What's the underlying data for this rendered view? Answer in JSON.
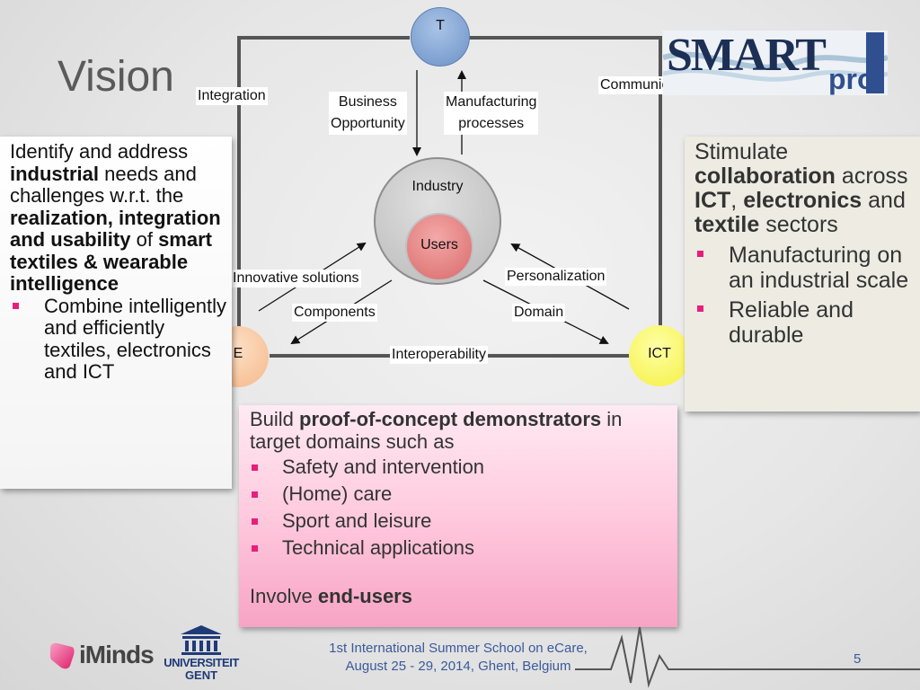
{
  "slide": {
    "title": "Vision",
    "page_number": "5",
    "footer_line1": "1st International Summer School on eCare,",
    "footer_line2": "August 25 - 29, 2014, Ghent, Belgium"
  },
  "left_panel": {
    "t1": "Identify and address ",
    "b1": "industrial",
    "t2": " needs and challenges w.r.t. the ",
    "b2": "realization, integration and usability",
    "t3": " of ",
    "b3": "smart textiles & wearable intelligence",
    "bullets": [
      "Combine intelligently and efficiently textiles, electronics and ICT"
    ]
  },
  "right_panel": {
    "t1": "Stimulate ",
    "b1": "collaboration",
    "t2": " across ",
    "b2": "ICT",
    "t3": ", ",
    "b3": "electronics",
    "t4": " and ",
    "b4": "textile",
    "t5": " sectors",
    "bullets": [
      "Manufacturing on an industrial scale",
      "Reliable and durable"
    ]
  },
  "pink_panel": {
    "t1": "Build ",
    "b1": "proof-of-concept demonstrators",
    "t2": " in target domains such as",
    "bullets": [
      "Safety and intervention",
      "(Home) care",
      "Sport and leisure",
      "Technical applications"
    ],
    "t3": "Involve ",
    "b3": "end-users"
  },
  "diagram": {
    "node_t": "T",
    "node_e": "E",
    "node_ict": "ICT",
    "industry": "Industry",
    "users": "Users",
    "integration": "Integration",
    "communication": "Communication",
    "business_opportunity_1": "Business",
    "business_opportunity_2": "Opportunity",
    "manufacturing_processes_1": "Manufacturing",
    "manufacturing_processes_2": "processes",
    "innovative_solutions": "Innovative solutions",
    "personalization": "Personalization",
    "components": "Components",
    "domain": "Domain",
    "interoperability": "Interoperability"
  },
  "logos": {
    "smart": "SMART",
    "pro": "pro",
    "iminds": "iMinds",
    "ugent_1": "UNIVERSITEIT",
    "ugent_2": "GENT"
  },
  "colors": {
    "bullet": "#e61f7a",
    "node_t": "#7ba0d0",
    "node_e": "#f8c49a",
    "node_ict": "#fbf75a",
    "users": "#e88080",
    "industry": "#c8c8c8",
    "brand_blue": "#2f4f8f"
  }
}
